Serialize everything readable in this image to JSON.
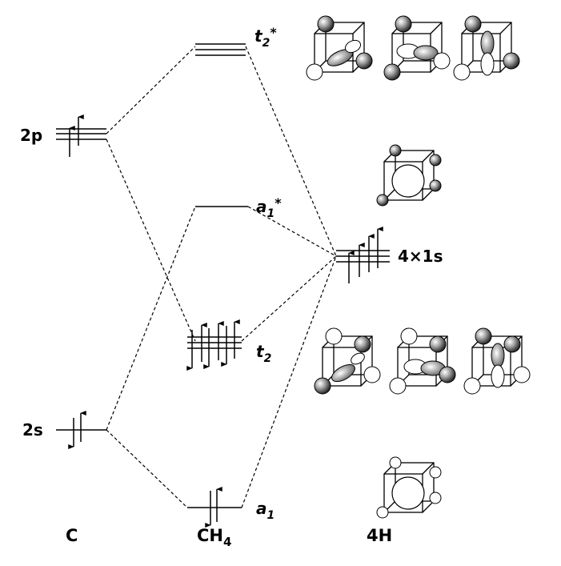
{
  "diagram": {
    "columns": {
      "carbon": "C",
      "methane": "CH",
      "methane_sub": "4",
      "hydrogens": "4H"
    },
    "carbon_levels": {
      "p": "2p",
      "s": "2s"
    },
    "h_level": {
      "label": "4×1s"
    },
    "mo_levels": {
      "t2_star": {
        "sym": "t",
        "sub": "2",
        "sup": "*"
      },
      "a1_star": {
        "sym": "a",
        "sub": "1",
        "sup": "*"
      },
      "t2": {
        "sym": "t",
        "sub": "2"
      },
      "a1": {
        "sym": "a",
        "sub": "1"
      }
    }
  }
}
